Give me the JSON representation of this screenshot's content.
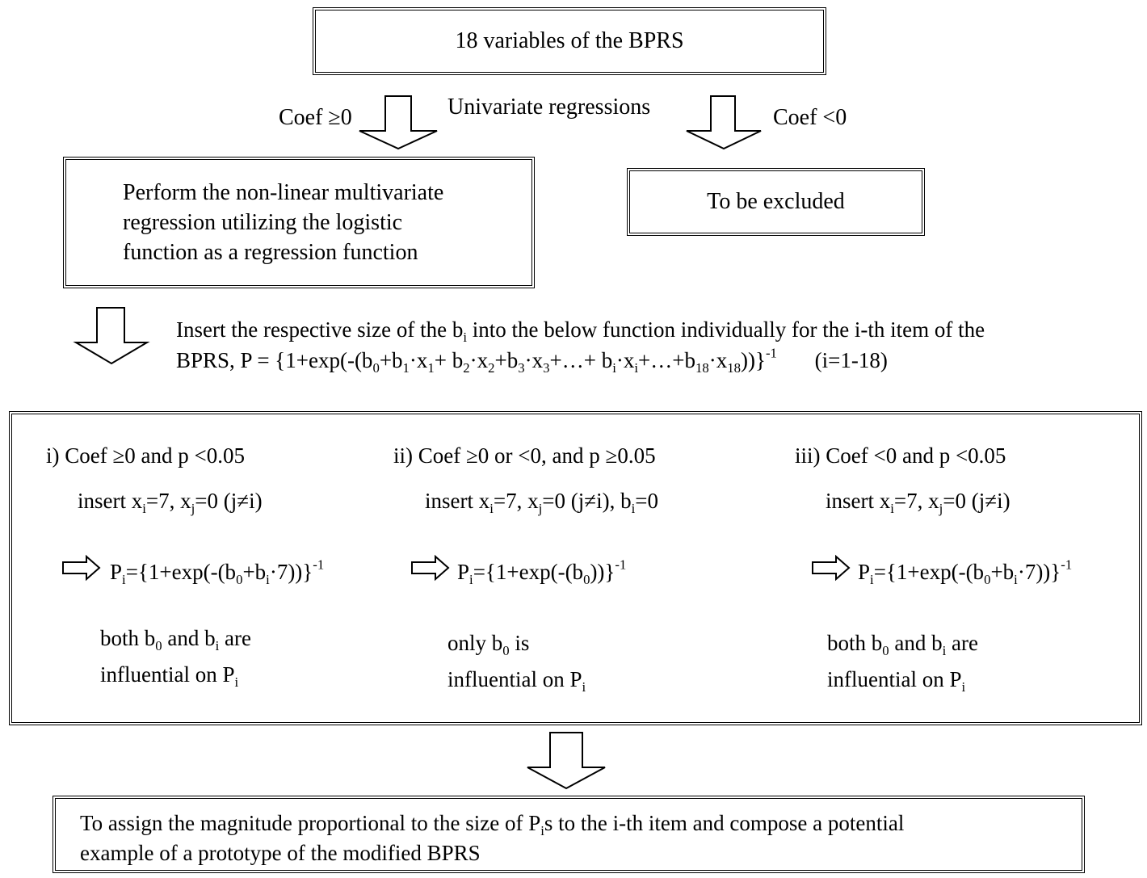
{
  "top_box": {
    "text": "18 variables of the BPRS"
  },
  "branch": {
    "left_label": "Coef ≥0",
    "center_label": "Univariate regressions",
    "right_label": "Coef <0"
  },
  "regression_box": {
    "lines": [
      "Perform the non-linear multivariate",
      "regression utilizing the logistic",
      "function as a regression function"
    ]
  },
  "excluded_box": {
    "text": "To be excluded"
  },
  "insert_step": {
    "line1_prefix": "Insert the respective size of the b",
    "line1_sub": "i",
    "line1_suffix": " into the below function individually for the i-th item of the",
    "line2_prefix": "BPRS,  P = {1+exp(-(b",
    "range": "(i=1-18)"
  },
  "cases": [
    {
      "heading": "i) Coef ≥0 and p <0.05",
      "insert": "insert x",
      "formula_prefix": "P",
      "influence_line1": "both b",
      "influence_line1_mid": " and b",
      "influence_line1_end": " are",
      "influence_line2": "influential on P"
    },
    {
      "heading": "ii) Coef ≥0 or <0, and p ≥0.05",
      "insert": "insert x",
      "formula_prefix": "P",
      "influence_line1": "only b",
      "influence_line1_end": " is",
      "influence_line2": "influential on P"
    },
    {
      "heading": "iii) Coef <0 and p <0.05",
      "insert": "insert x",
      "formula_prefix": "P",
      "influence_line1": "both b",
      "influence_line1_mid": " and b",
      "influence_line1_end": " are",
      "influence_line2": "influential on P"
    }
  ],
  "final_box": {
    "line1_prefix": "To assign the magnitude proportional to the size of P",
    "line1_suffix": "s to the i-th item and compose a potential",
    "line2": "example of a prototype of the modified BPRS"
  }
}
